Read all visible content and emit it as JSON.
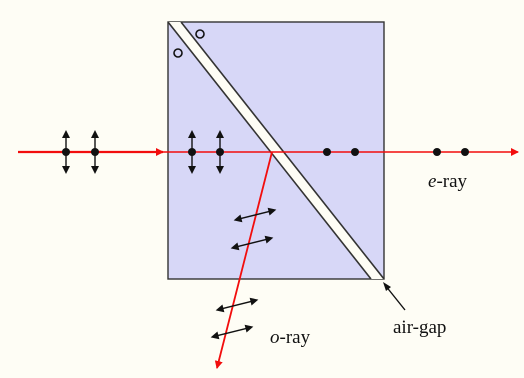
{
  "labels": {
    "e_ray_prefix": "e",
    "e_ray_suffix": "-ray",
    "o_ray_prefix": "o",
    "o_ray_suffix": "-ray",
    "air_gap": "air-gap"
  },
  "colors": {
    "background": "#fefdf5",
    "prism_fill": "#d7d7f7",
    "prism_stroke": "#333333",
    "ray": "#f20d0d",
    "marker": "#111111"
  }
}
